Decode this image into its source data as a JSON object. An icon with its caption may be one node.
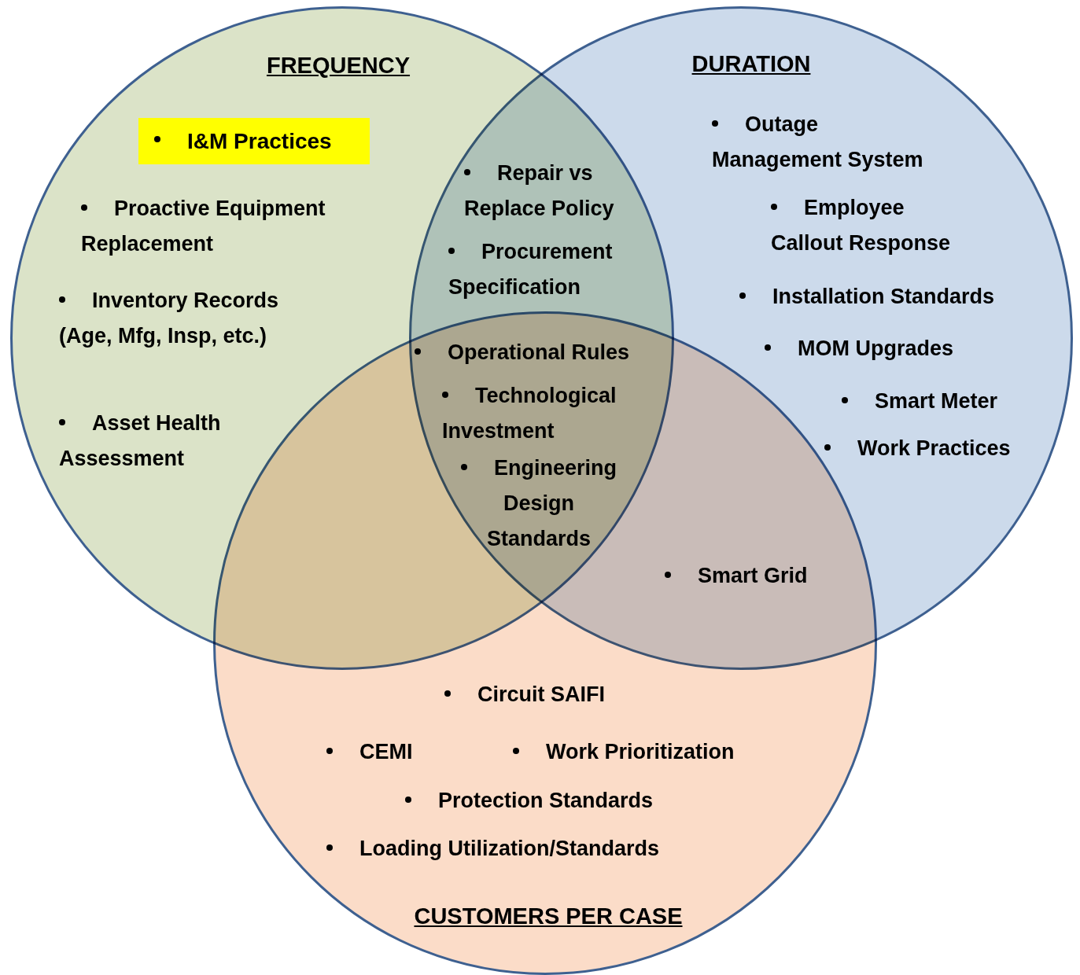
{
  "diagram": {
    "nodes": [
      {
        "text": [
          "FREQUENCY"
        ]
      },
      {
        "text": [
          "DURATION"
        ]
      },
      {
        "text": [
          "CUSTOMERS PER CASE"
        ]
      },
      {
        "text": [
          "I&M Practices"
        ],
        "in": 0
      }
    ],
    "labels": [
      "Proactive Equipment Replacement",
      "Inventory Records (Age, Mfg, Insp, etc.)",
      "Asset Health Assessment",
      "Repair vs Replace Policy",
      "Procurement Specification",
      "Outage Management System",
      "Employee Callout Response",
      "Installation Standards",
      "MOM Upgrades",
      "Smart Meter",
      "Work Practices",
      "Operational Rules",
      "Technological Investment",
      "Engineering Design Standards",
      "Smart Grid",
      "Circuit SAIFI",
      "CEMI",
      "Work Prioritization",
      "Protection Standards",
      "Loading Utilization/Standards"
    ]
  }
}
